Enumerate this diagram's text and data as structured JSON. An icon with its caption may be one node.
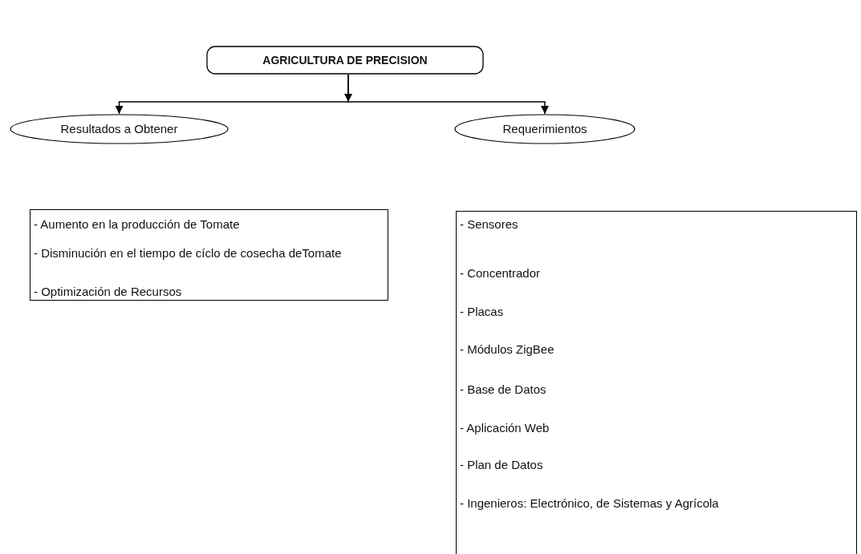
{
  "diagram": {
    "nodes": [
      {
        "text": [
          "AGRICULTURA DE PRECISION"
        ]
      },
      {
        "text": [
          "Resultados a Obtener"
        ]
      },
      {
        "text": [
          "Requerimientos"
        ]
      },
      {
        "text": [
          "- Aumento en la producción de Tomate",
          "- Disminución en el tiempo de cíclo de cosecha deTomate",
          "- Optimización de Recursos"
        ]
      },
      {
        "text": [
          "- Sensores",
          "- Concentrador",
          "- Placas",
          "- Módulos ZigBee",
          "- Base de Datos",
          "- Aplicación Web",
          "- Plan de Datos",
          "- Ingenieros: Electrónico, de Sistemas y Agrícola"
        ]
      }
    ],
    "edges": [
      {
        "from": 0,
        "to": 1,
        "arrow": "to"
      },
      {
        "from": 0,
        "to": 2,
        "arrow": "to"
      }
    ]
  }
}
